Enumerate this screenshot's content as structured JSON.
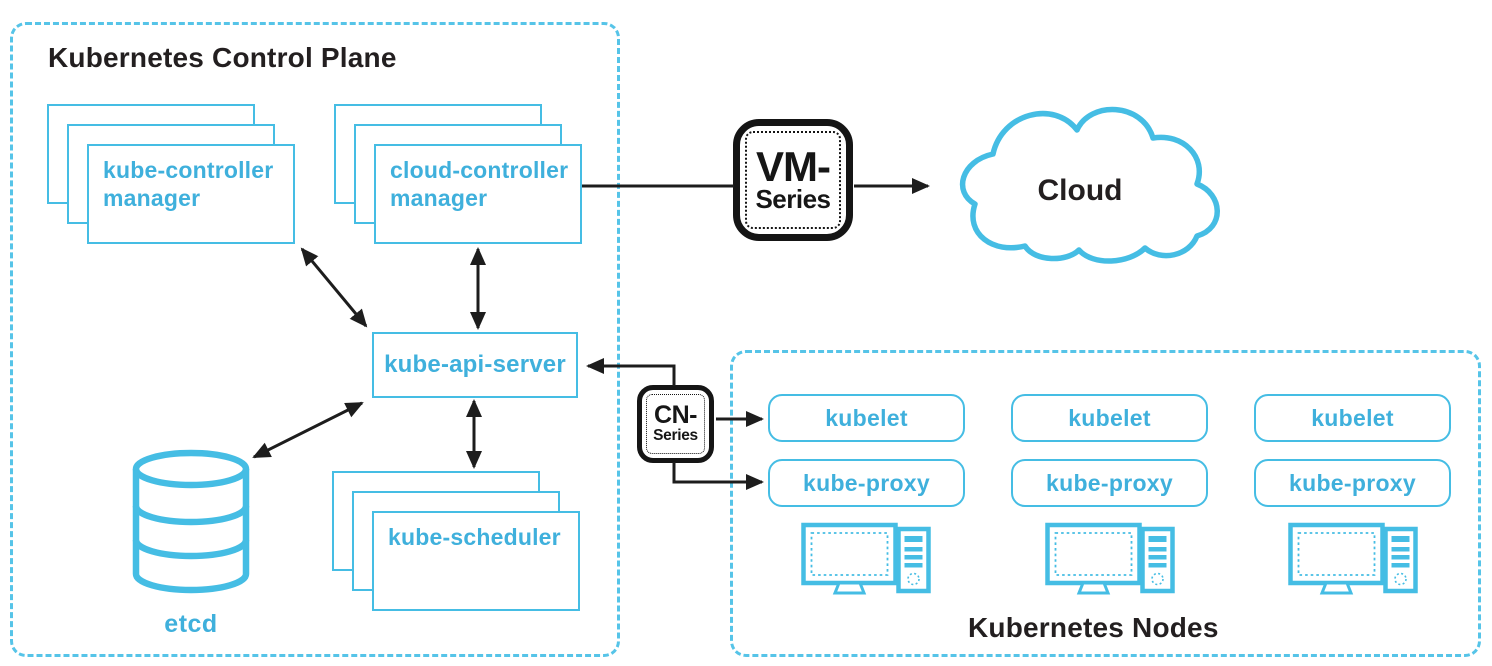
{
  "colors": {
    "accent_cyan": "#45bde4",
    "dashed_cyan": "#56c4e8",
    "cyan_text": "#3fb0dc",
    "dark_text": "#231f20",
    "arrow_black": "#1d1d1d"
  },
  "control_plane": {
    "title": "Kubernetes Control Plane",
    "components": [
      {
        "label": "kube-controller\nmanager"
      },
      {
        "label": "cloud-controller\nmanager"
      },
      {
        "label": "kube-scheduler"
      }
    ],
    "api_server_label": "kube-api-server",
    "etcd_label": "etcd"
  },
  "vm_series": {
    "line1": "VM-",
    "line2": "Series"
  },
  "cn_series": {
    "line1": "CN-",
    "line2": "Series"
  },
  "cloud_label": "Cloud",
  "nodes": {
    "title": "Kubernetes Nodes",
    "columns": [
      {
        "kubelet": "kubelet",
        "kube_proxy": "kube-proxy"
      },
      {
        "kubelet": "kubelet",
        "kube_proxy": "kube-proxy"
      },
      {
        "kubelet": "kubelet",
        "kube_proxy": "kube-proxy"
      }
    ]
  }
}
